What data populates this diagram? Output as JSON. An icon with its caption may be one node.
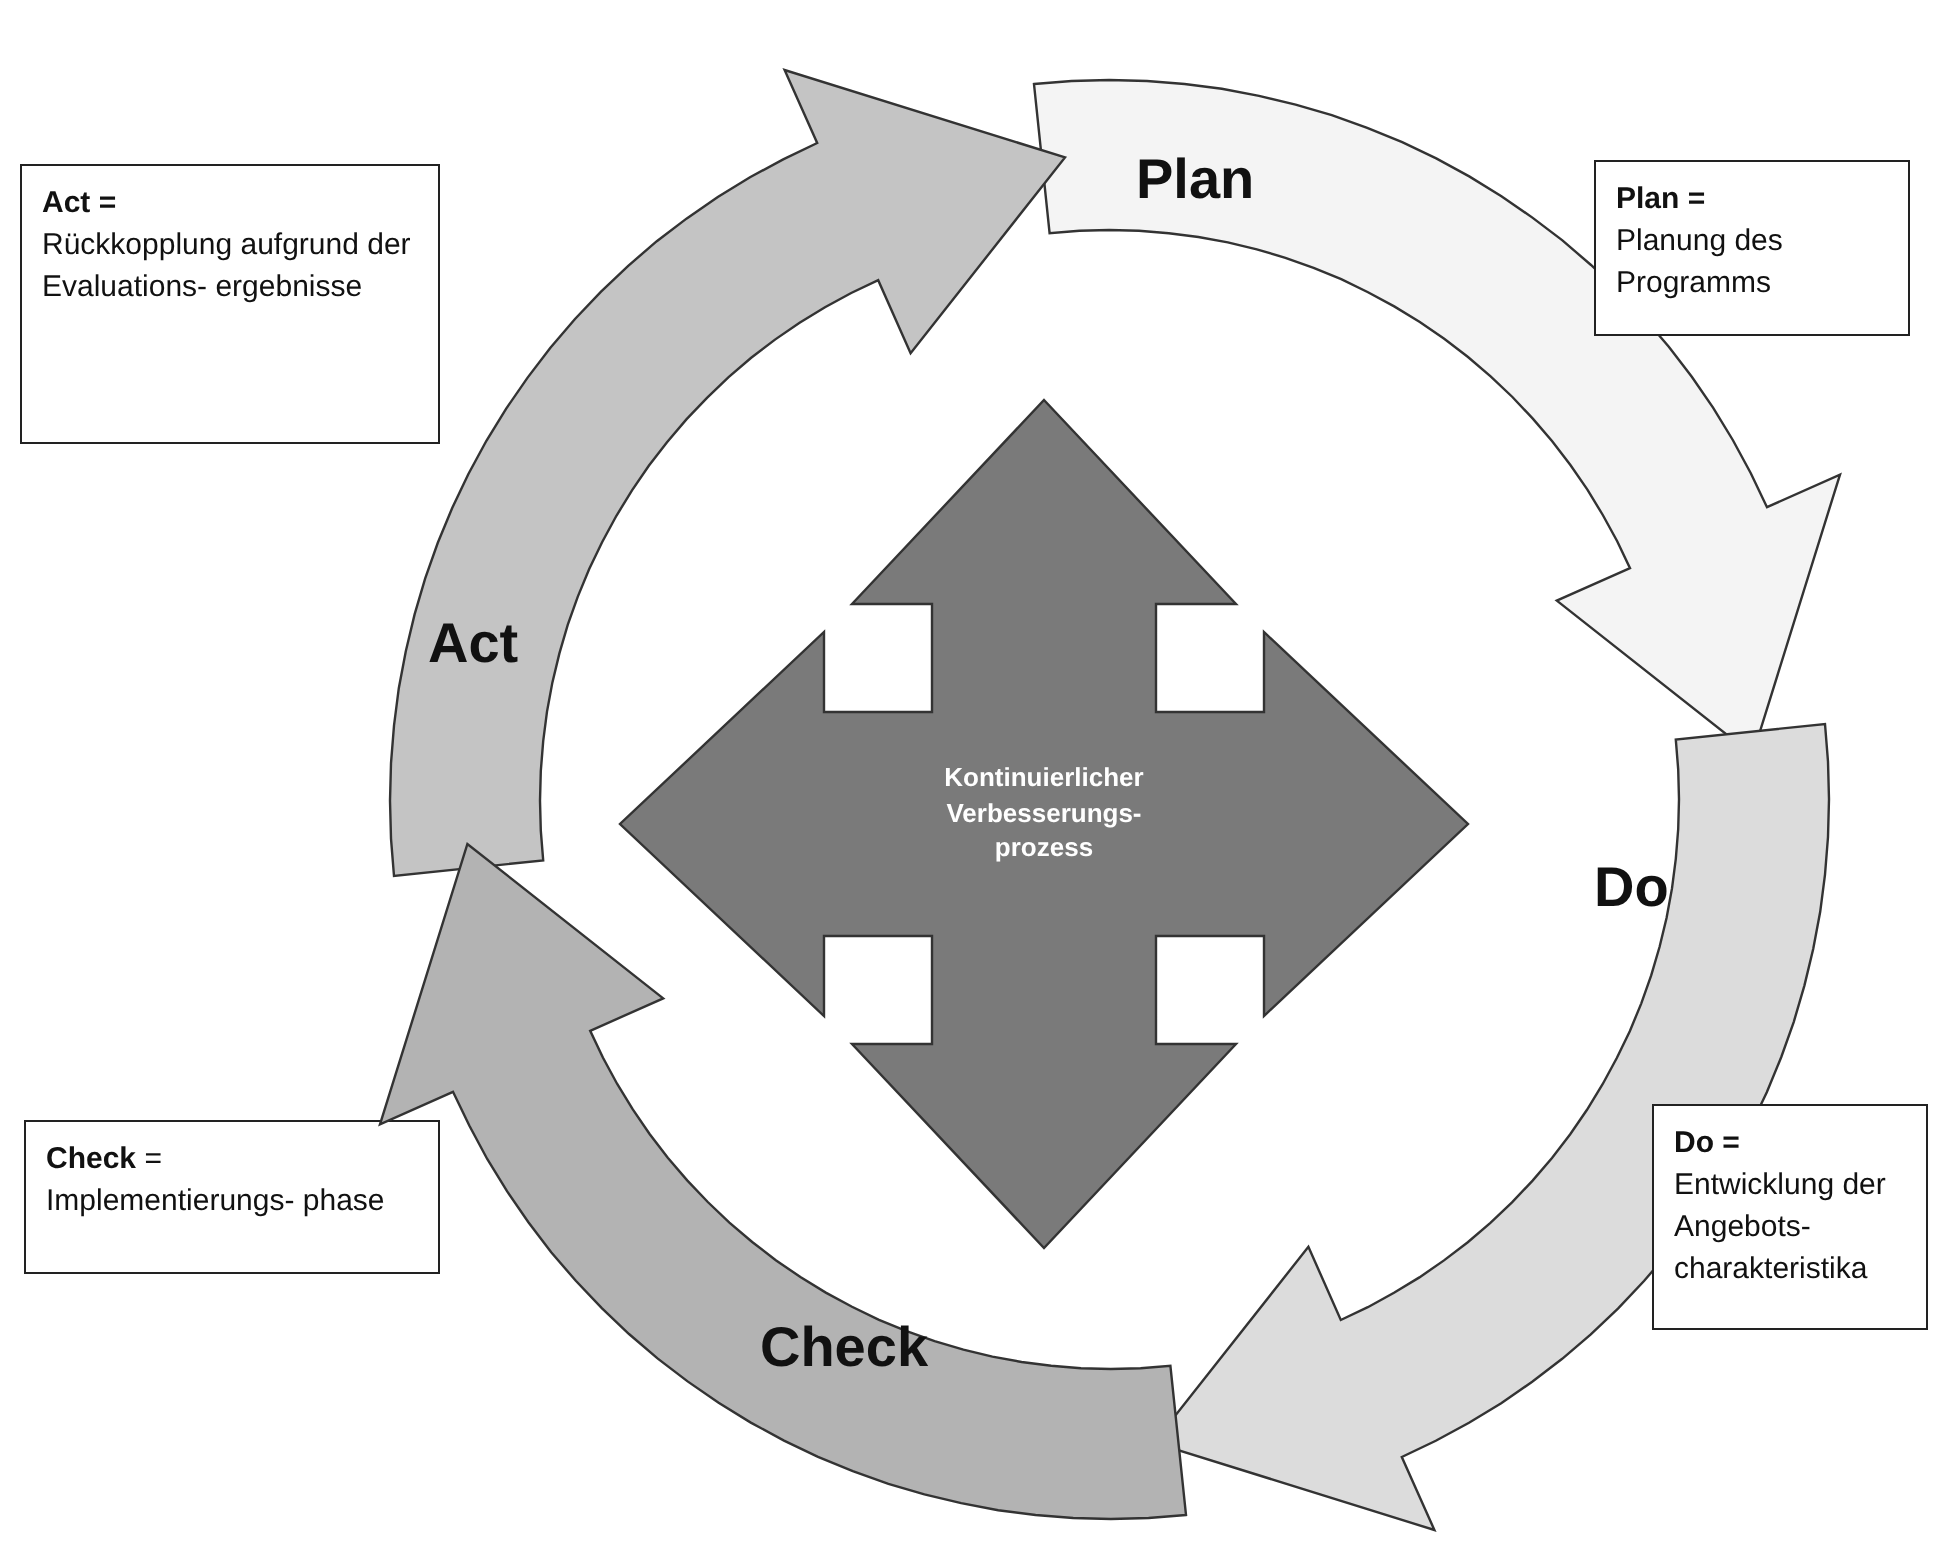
{
  "diagram": {
    "nodes": [
      {
        "text": [
          "Act =",
          "Rückkopplung aufgrund der Evaluations- ergebnisse"
        ]
      },
      {
        "text": [
          "Plan"
        ]
      },
      {
        "text": [
          "Plan =",
          "Planung des Programms"
        ]
      },
      {
        "text": [
          "Act"
        ]
      },
      {
        "text": [
          "Kontinuierlicher Verbesserungs- prozess"
        ]
      },
      {
        "text": [
          "Do"
        ]
      },
      {
        "text": [
          "**Check** =",
          "Implementierungs- phase"
        ]
      },
      {
        "text": [
          "Do =",
          "Entwicklung der Angebots- charakteristika"
        ]
      },
      {
        "text": [
          "Check"
        ]
      }
    ]
  }
}
